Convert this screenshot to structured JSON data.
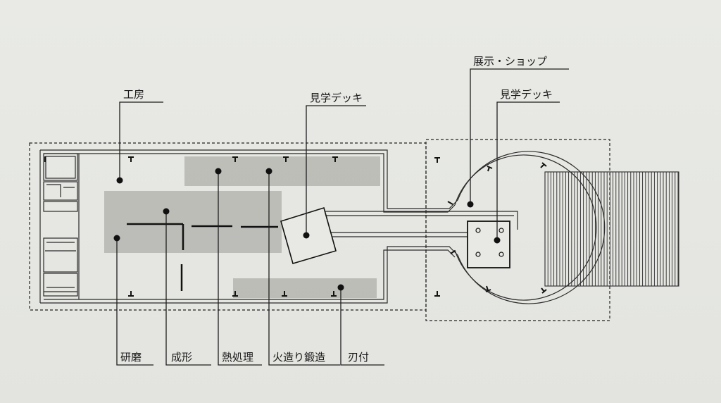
{
  "diagram": {
    "labels": {
      "workshop": "工房",
      "deck_center": "見学デッキ",
      "exhibit_shop": "展示・ショップ",
      "deck_right": "見学デッキ",
      "grinding": "研磨",
      "forming": "成形",
      "heat_treatment": "熱処理",
      "fire_forging": "火造り鍛造",
      "edge_fitting": "刃付"
    },
    "colors": {
      "background": "#e6e7e2",
      "line": "#1e1e1e",
      "zone_fill": "#9a9a96"
    }
  }
}
